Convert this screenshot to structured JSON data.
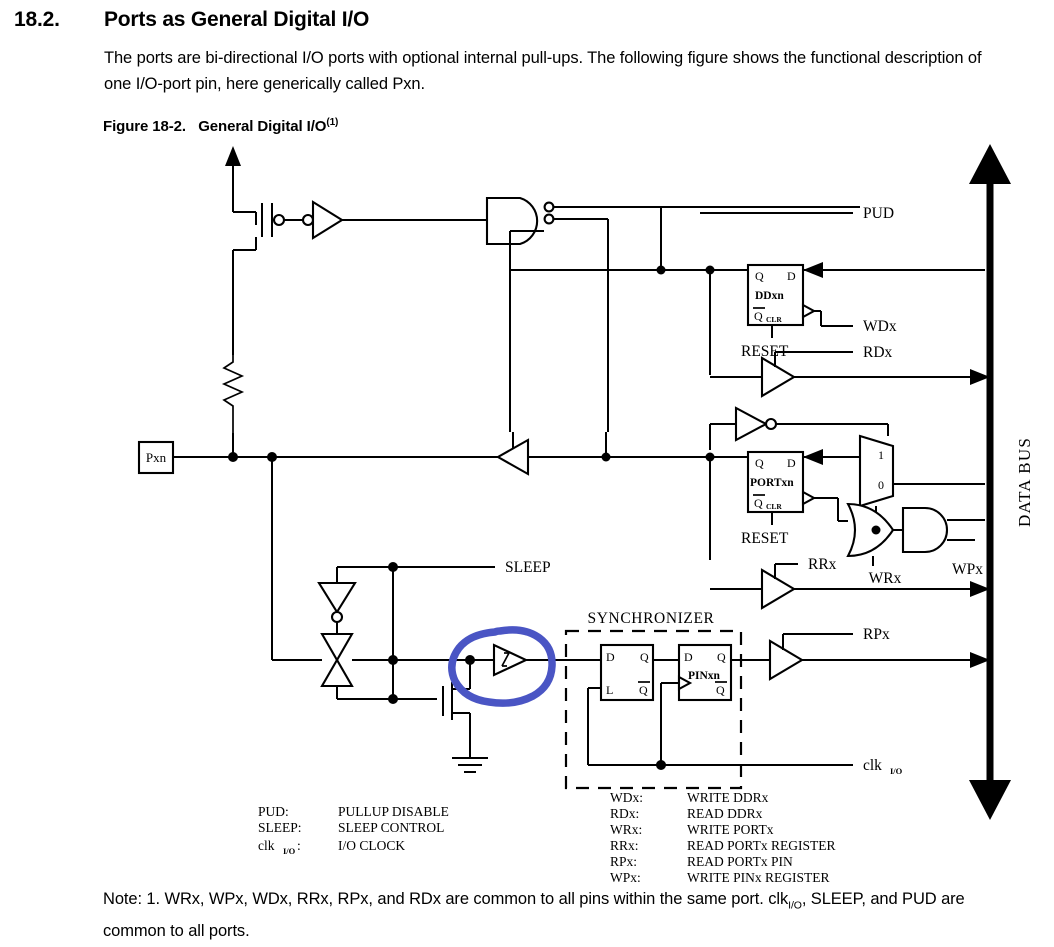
{
  "section": {
    "number": "18.2.",
    "title": "Ports as General Digital I/O",
    "paragraph": "The ports are bi-directional I/O ports with optional internal pull-ups. The following figure shows the functional description of one I/O-port pin, here generically called Pxn."
  },
  "figure": {
    "caption_prefix": "Figure 18-2.",
    "caption_title": "General Digital I/O",
    "caption_superscript": "(1)",
    "pin_label": "Pxn",
    "bus_label": "DATA BUS",
    "synchronizer_label": "SYNCHRONIZER",
    "signals": {
      "pud": "PUD",
      "wdx": "WDx",
      "rdx": "RDx",
      "wrx": "WRx",
      "wpx": "WPx",
      "rrx": "RRx",
      "rpx": "RPx",
      "sleep": "SLEEP",
      "clk_main": "clk",
      "clk_sub": "I/O"
    },
    "registers": {
      "ddxn": {
        "name": "DDxn",
        "q": "Q",
        "d": "D",
        "qbar": "Q",
        "clr": "CLR",
        "reset": "RESET"
      },
      "portxn": {
        "name": "PORTxn",
        "q": "Q",
        "d": "D",
        "qbar": "Q",
        "clr": "CLR",
        "reset": "RESET"
      },
      "sync_latch": {
        "d": "D",
        "q": "Q",
        "l": "L",
        "qbar": "Q"
      },
      "pinxn": {
        "name": "PINxn",
        "d": "D",
        "q": "Q",
        "qbar": "Q"
      }
    },
    "mux": {
      "input_one": "1",
      "input_zero": "0"
    },
    "highlight_color": "#4a55c4"
  },
  "legend_left": [
    {
      "abbr": "PUD:",
      "meaning": "PULLUP DISABLE"
    },
    {
      "abbr": "SLEEP:",
      "meaning": "SLEEP CONTROL"
    },
    {
      "abbr": "clk",
      "abbr_sub": "I/O",
      "abbr_tail": ":",
      "meaning": "I/O CLOCK"
    }
  ],
  "legend_right": [
    {
      "abbr": "WDx:",
      "meaning": "WRITE DDRx"
    },
    {
      "abbr": "RDx:",
      "meaning": "READ DDRx"
    },
    {
      "abbr": "WRx:",
      "meaning": "WRITE PORTx"
    },
    {
      "abbr": "RRx:",
      "meaning": "READ PORTx REGISTER"
    },
    {
      "abbr": "RPx:",
      "meaning": "READ PORTx PIN"
    },
    {
      "abbr": "WPx:",
      "meaning": "WRITE PINx REGISTER"
    }
  ],
  "note": {
    "lead": "Note: 1. WRx, WPx, WDx, RRx, RPx, and RDx are common to all pins within the same port. clk",
    "sub": "I/O",
    "tail": ", SLEEP, and PUD are common to all ports."
  }
}
